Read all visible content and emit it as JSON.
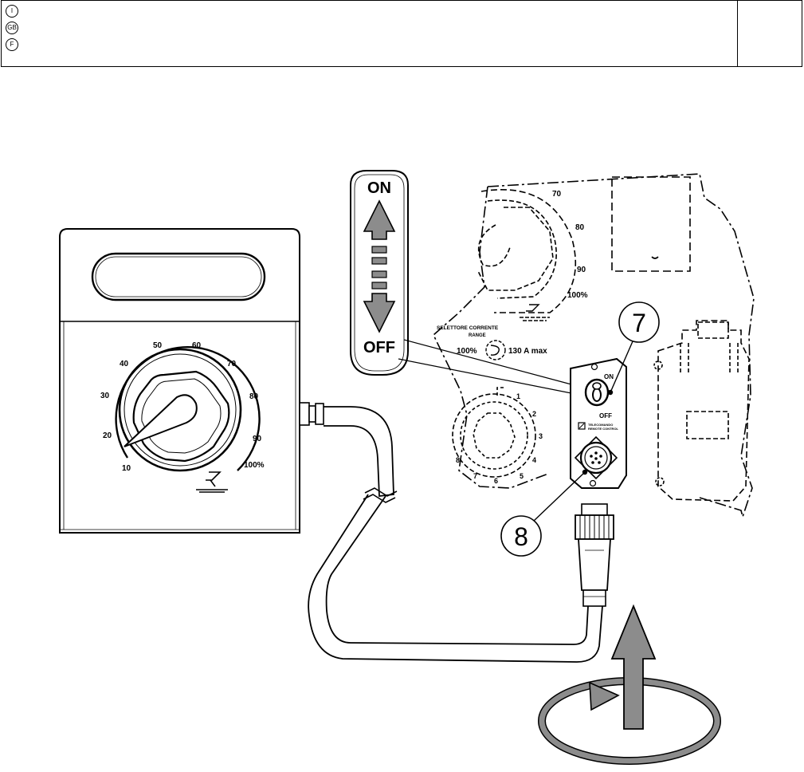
{
  "header": {
    "languages": [
      "I",
      "GB",
      "F"
    ]
  },
  "remote_control": {
    "dial_scale": [
      "10",
      "20",
      "30",
      "40",
      "50",
      "60",
      "70",
      "80",
      "90",
      "100%"
    ]
  },
  "switch_indicator": {
    "on_label": "ON",
    "off_label": "OFF"
  },
  "machine_panel": {
    "dial_scale_partial": [
      "70",
      "80",
      "90",
      "100%"
    ],
    "selector_title": "SELETTORE CORRENTE",
    "selector_subtitle": "RANGE",
    "selector_min": "100%",
    "selector_max": "130 A max",
    "knob_positions": [
      "1",
      "2",
      "3",
      "4",
      "5",
      "6",
      "7",
      "8"
    ],
    "switch_on": "ON",
    "switch_off": "OFF",
    "socket_label_line1": "TELECOMANDO",
    "socket_label_line2": "REMOTE CONTROL"
  },
  "callouts": [
    "7",
    "8"
  ],
  "colors": {
    "arrow_gray": "#8c8c8c",
    "line": "#000000",
    "background": "#ffffff"
  }
}
